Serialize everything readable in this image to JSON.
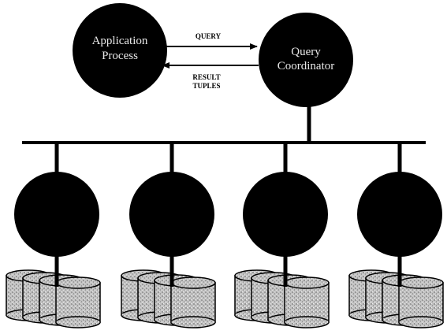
{
  "application_process": {
    "line1": "Application",
    "line2": "Process"
  },
  "query_coordinator": {
    "line1": "Query",
    "line2": "Coordinator"
  },
  "query_arrow": {
    "label": "QUERY"
  },
  "result_arrow": {
    "line1": "RESULT",
    "line2": "TUPLES"
  },
  "processors": [
    {
      "disks": 4
    },
    {
      "disks": 4
    },
    {
      "disks": 4
    },
    {
      "disks": 4
    }
  ],
  "colors": {
    "node": "#000000",
    "disk_fill": "#c4c4c4",
    "line": "#000000",
    "label": "#e8e8e8"
  }
}
